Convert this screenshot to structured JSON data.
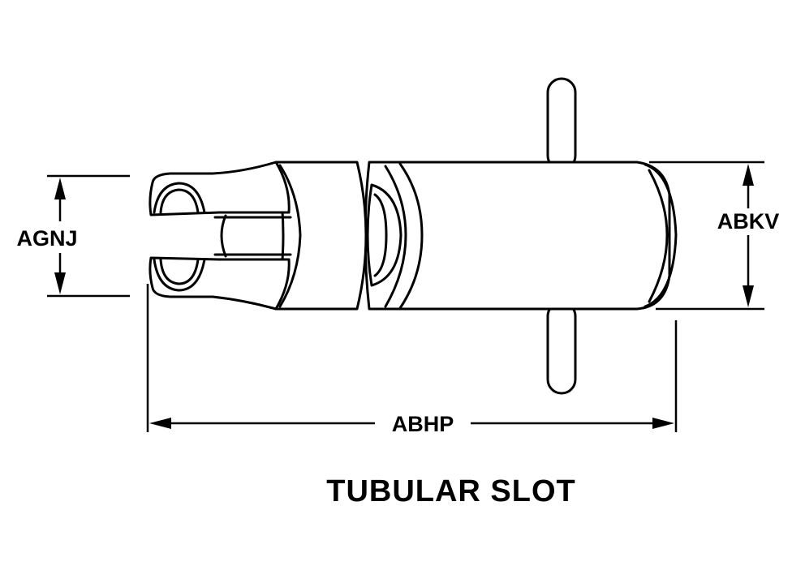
{
  "diagram": {
    "title": "TUBULAR SLOT",
    "dimensions": {
      "left_height": "AGNJ",
      "right_height": "ABKV",
      "overall_length": "ABHP"
    }
  }
}
